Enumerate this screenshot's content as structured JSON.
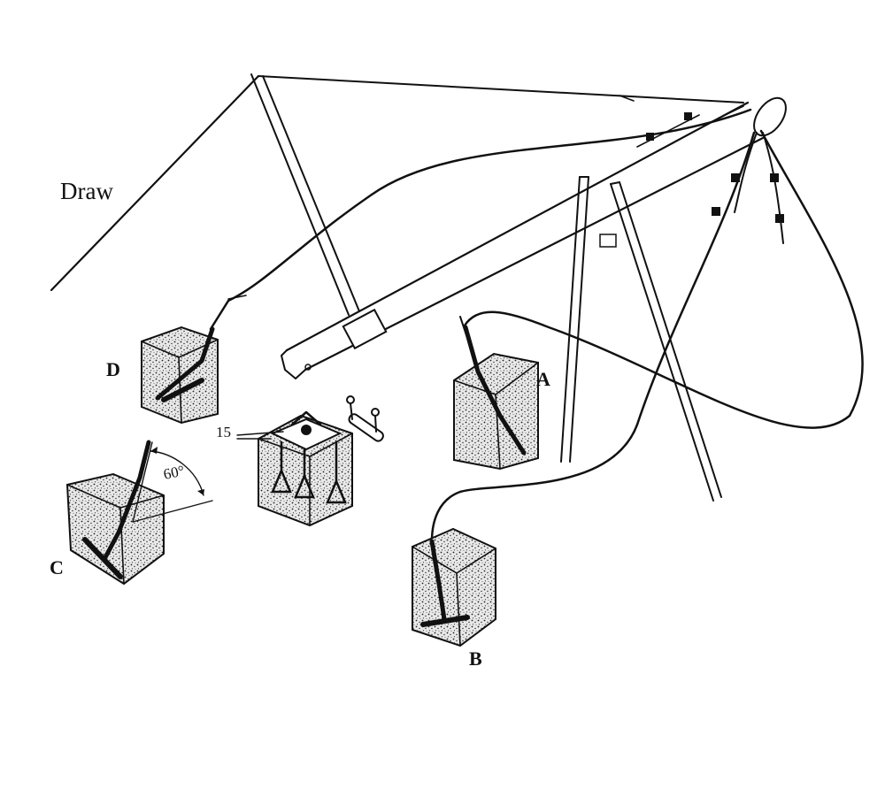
{
  "diagram": {
    "labels": {
      "draw": "Draw",
      "anchor_a": "A",
      "anchor_b": "B",
      "anchor_c": "C",
      "anchor_d": "D",
      "angle": "60°",
      "dimension": "15"
    }
  },
  "colors": {
    "ink": "#111111",
    "background": "#ffffff",
    "concrete": "#e6e6e6"
  }
}
